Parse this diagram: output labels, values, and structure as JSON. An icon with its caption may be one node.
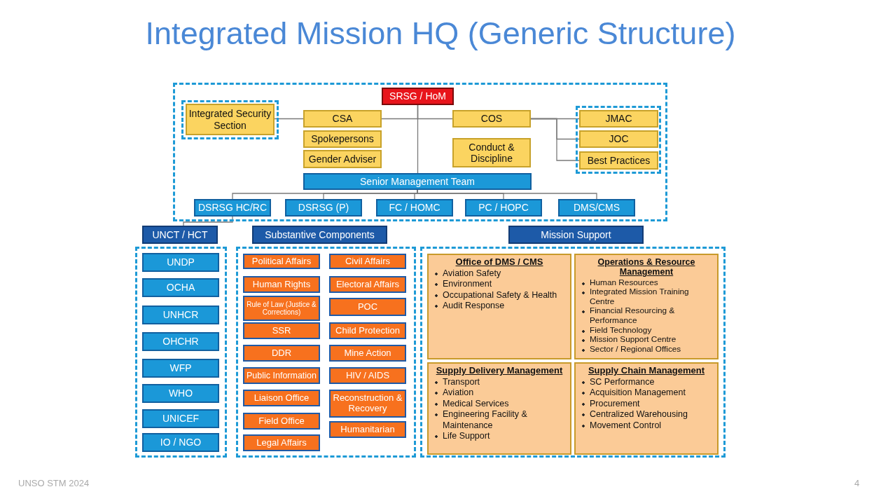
{
  "diagram": {
    "title": "Integrated Mission HQ (Generic Structure)",
    "nodes": [
      {
        "text": [],
        "shape": "box"
      },
      {
        "text": [
          "SRSG / HoM"
        ],
        "in": 0
      },
      {
        "text": [],
        "shape": "box",
        "in": 0
      },
      {
        "text": [
          "Integrated Security Section"
        ],
        "in": 2
      },
      {
        "text": [
          "CSA"
        ],
        "in": 0
      },
      {
        "text": [
          "COS"
        ],
        "in": 0
      },
      {
        "text": [],
        "shape": "box",
        "in": 0
      },
      {
        "text": [
          "JMAC"
        ],
        "in": 6
      },
      {
        "text": [
          "Spokepersons"
        ],
        "in": 0
      },
      {
        "text": [
          "JOC"
        ],
        "in": 6
      },
      {
        "text": [
          "Conduct & Discipline"
        ],
        "in": 0
      },
      {
        "text": [
          "Gender Adviser"
        ],
        "in": 0
      },
      {
        "text": [
          "Best Practices"
        ],
        "in": 6
      },
      {
        "text": [
          "Senior Management Team"
        ],
        "in": 0
      },
      {
        "text": [
          "DSRSG HC/RC"
        ],
        "in": 0
      },
      {
        "text": [
          "DSRSG (P)"
        ],
        "in": 0
      },
      {
        "text": [
          "FC / HOMC"
        ],
        "in": 0
      },
      {
        "text": [
          "PC / HOPC"
        ],
        "in": 0
      },
      {
        "text": [
          "DMS/CMS"
        ],
        "in": 0
      },
      {
        "text": [
          "UNCT / HCT"
        ]
      },
      {
        "text": [
          "Substantive Components"
        ]
      },
      {
        "text": [
          "Mission Support"
        ]
      },
      {
        "text": [],
        "shape": "box"
      },
      {
        "text": [
          "UNDP"
        ],
        "in": 22
      },
      {
        "text": [
          "OCHA"
        ],
        "in": 22
      },
      {
        "text": [
          "UNHCR"
        ],
        "in": 22
      },
      {
        "text": [
          "OHCHR"
        ],
        "in": 22
      },
      {
        "text": [
          "WFP"
        ],
        "in": 22
      },
      {
        "text": [
          "WHO"
        ],
        "in": 22
      },
      {
        "text": [
          "UNICEF"
        ],
        "in": 22
      },
      {
        "text": [
          "IO / NGO"
        ],
        "in": 22
      },
      {
        "text": [],
        "shape": "box"
      },
      {
        "text": [
          "Political Affairs"
        ],
        "in": 31
      },
      {
        "text": [
          "Civil Affairs"
        ],
        "in": 31
      },
      {
        "text": [
          "Human Rights"
        ],
        "in": 31
      },
      {
        "text": [
          "Electoral Affairs"
        ],
        "in": 31
      },
      {
        "text": [
          "Rule of Law (Justice & Corrections)"
        ],
        "in": 31
      },
      {
        "text": [
          "POC"
        ],
        "in": 31
      },
      {
        "text": [
          "SSR"
        ],
        "in": 31
      },
      {
        "text": [
          "Child Protection"
        ],
        "in": 31
      },
      {
        "text": [
          "DDR"
        ],
        "in": 31
      },
      {
        "text": [
          "Mine Action"
        ],
        "in": 31
      },
      {
        "text": [
          "Public Information"
        ],
        "in": 31
      },
      {
        "text": [
          "HIV / AIDS"
        ],
        "in": 31
      },
      {
        "text": [
          "Liaison Office"
        ],
        "in": 31
      },
      {
        "text": [
          "Reconstruction & Recovery"
        ],
        "in": 31
      },
      {
        "text": [
          "Field Office"
        ],
        "in": 31
      },
      {
        "text": [
          "Humanitarian"
        ],
        "in": 31
      },
      {
        "text": [
          "Legal Affairs"
        ],
        "in": 31
      },
      {
        "text": [],
        "shape": "box"
      },
      {
        "text": [
          "Office of DMS / CMS",
          "Aviation Safety",
          "Environment",
          "Occupational Safety & Health",
          "Audit Response"
        ],
        "in": 49
      },
      {
        "text": [
          "Operations & Resource Management",
          "Human Resources",
          "Integrated Mission Training Centre",
          "Financial Resourcing & Performance",
          "Field Technology",
          "Mission Support Centre",
          "Sector / Regional Offices"
        ],
        "in": 49
      },
      {
        "text": [
          "Supply Delivery Management",
          "Transport",
          "Aviation",
          "Medical Services",
          "Engineering Facility & Maintenance",
          "Life Support"
        ],
        "in": 49
      },
      {
        "text": [
          "Supply Chain Management",
          "SC Performance",
          "Acquisition Management",
          "Procurement",
          "Centralized Warehousing",
          "Movement Control"
        ],
        "in": 49
      }
    ],
    "edges": [
      {
        "from": 1,
        "to": 13,
        "arrow": "none"
      },
      {
        "from": 1,
        "to": 4,
        "arrow": "none"
      },
      {
        "from": 1,
        "to": 5,
        "arrow": "none"
      },
      {
        "from": 4,
        "to": 3,
        "arrow": "none"
      },
      {
        "from": 5,
        "to": 7,
        "arrow": "none"
      },
      {
        "from": 5,
        "to": 9,
        "arrow": "none"
      },
      {
        "from": 5,
        "to": 12,
        "arrow": "none"
      },
      {
        "from": 13,
        "to": 14,
        "arrow": "none"
      },
      {
        "from": 13,
        "to": 15,
        "arrow": "none"
      },
      {
        "from": 13,
        "to": 16,
        "arrow": "none"
      },
      {
        "from": 13,
        "to": 17,
        "arrow": "none"
      },
      {
        "from": 13,
        "to": 18,
        "arrow": "none"
      },
      {
        "from": 14,
        "to": 19,
        "arrow": "none"
      }
    ],
    "labels": [
      "UNSO STM 2024",
      "4"
    ]
  }
}
